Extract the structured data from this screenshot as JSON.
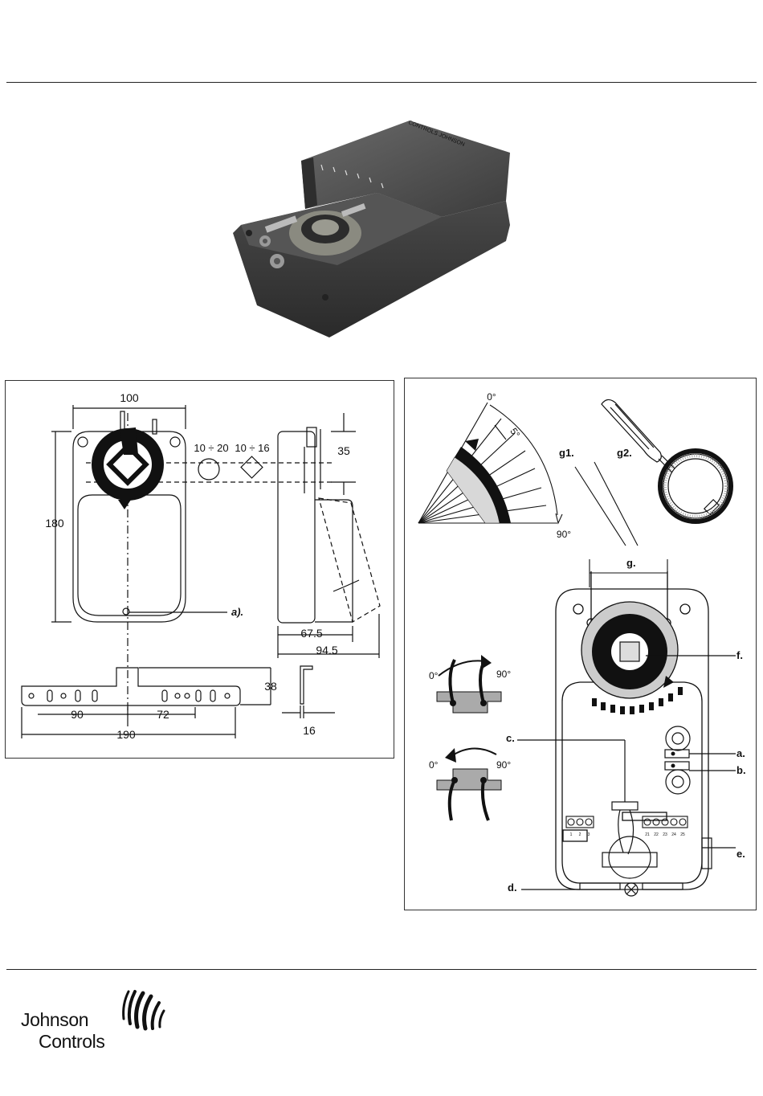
{
  "product": {
    "case_text": "CONTROLS JOHNSON"
  },
  "dimensions": {
    "width_top": "100",
    "height_left": "180",
    "round_shaft": "10 ÷ 20",
    "square_shaft": "10 ÷ 16",
    "side_top": "35",
    "side_depth_1": "67.5",
    "side_depth_2": "94.5",
    "callout_a": "a).",
    "bracket_height": "38",
    "bracket_left": "90",
    "bracket_right": "72",
    "bracket_total": "190",
    "bracket_thickness": "16"
  },
  "wiring": {
    "angle_zero": "0°",
    "angle_five": "5°",
    "angle_ninety": "90°",
    "g1": "g1.",
    "g2": "g2.",
    "g": "g.",
    "f": "f.",
    "a": "a.",
    "b": "b.",
    "c": "c.",
    "d": "d.",
    "e": "e.",
    "rot_cw_start": "0°",
    "rot_cw_end": "90°",
    "rot_ccw_start": "0°",
    "rot_ccw_end": "90°",
    "terminals_left": [
      "1",
      "2",
      "3"
    ],
    "terminals_right": [
      "21",
      "22",
      "23",
      "24",
      "25"
    ]
  },
  "logo": {
    "line1": "Johnson",
    "line2": "Controls"
  }
}
